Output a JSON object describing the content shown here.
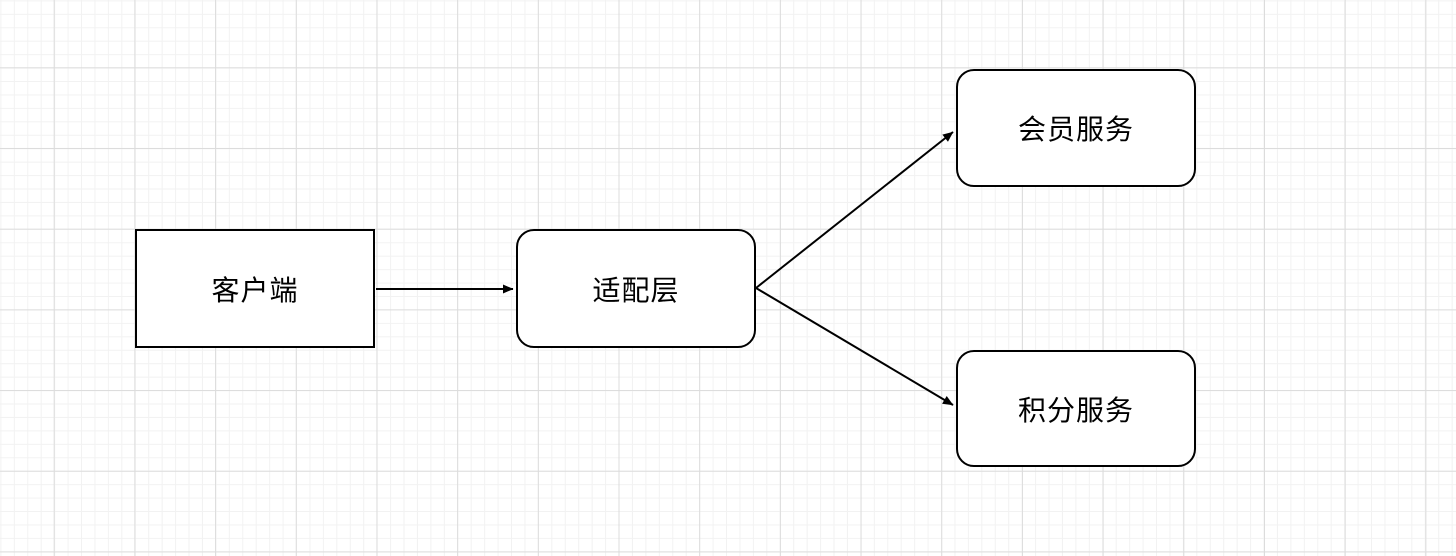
{
  "diagram": {
    "type": "flowchart",
    "background": "grid",
    "nodes": [
      {
        "id": "client",
        "label": "客户端",
        "shape": "rectangle"
      },
      {
        "id": "adapter",
        "label": "适配层",
        "shape": "rounded-rectangle"
      },
      {
        "id": "member-service",
        "label": "会员服务",
        "shape": "rounded-rectangle"
      },
      {
        "id": "points-service",
        "label": "积分服务",
        "shape": "rounded-rectangle"
      }
    ],
    "edges": [
      {
        "from": "client",
        "to": "adapter",
        "style": "solid",
        "arrowhead": "filled-triangle"
      },
      {
        "from": "adapter",
        "to": "member-service",
        "style": "solid",
        "arrowhead": "filled-triangle"
      },
      {
        "from": "adapter",
        "to": "points-service",
        "style": "solid",
        "arrowhead": "filled-triangle"
      }
    ],
    "colors": {
      "background": "#ffffff",
      "grid_minor": "#f2f2f2",
      "grid_major": "#dcdcdc",
      "node_fill": "#ffffff",
      "node_stroke": "#000000",
      "edge_stroke": "#000000",
      "text": "#000000"
    }
  }
}
